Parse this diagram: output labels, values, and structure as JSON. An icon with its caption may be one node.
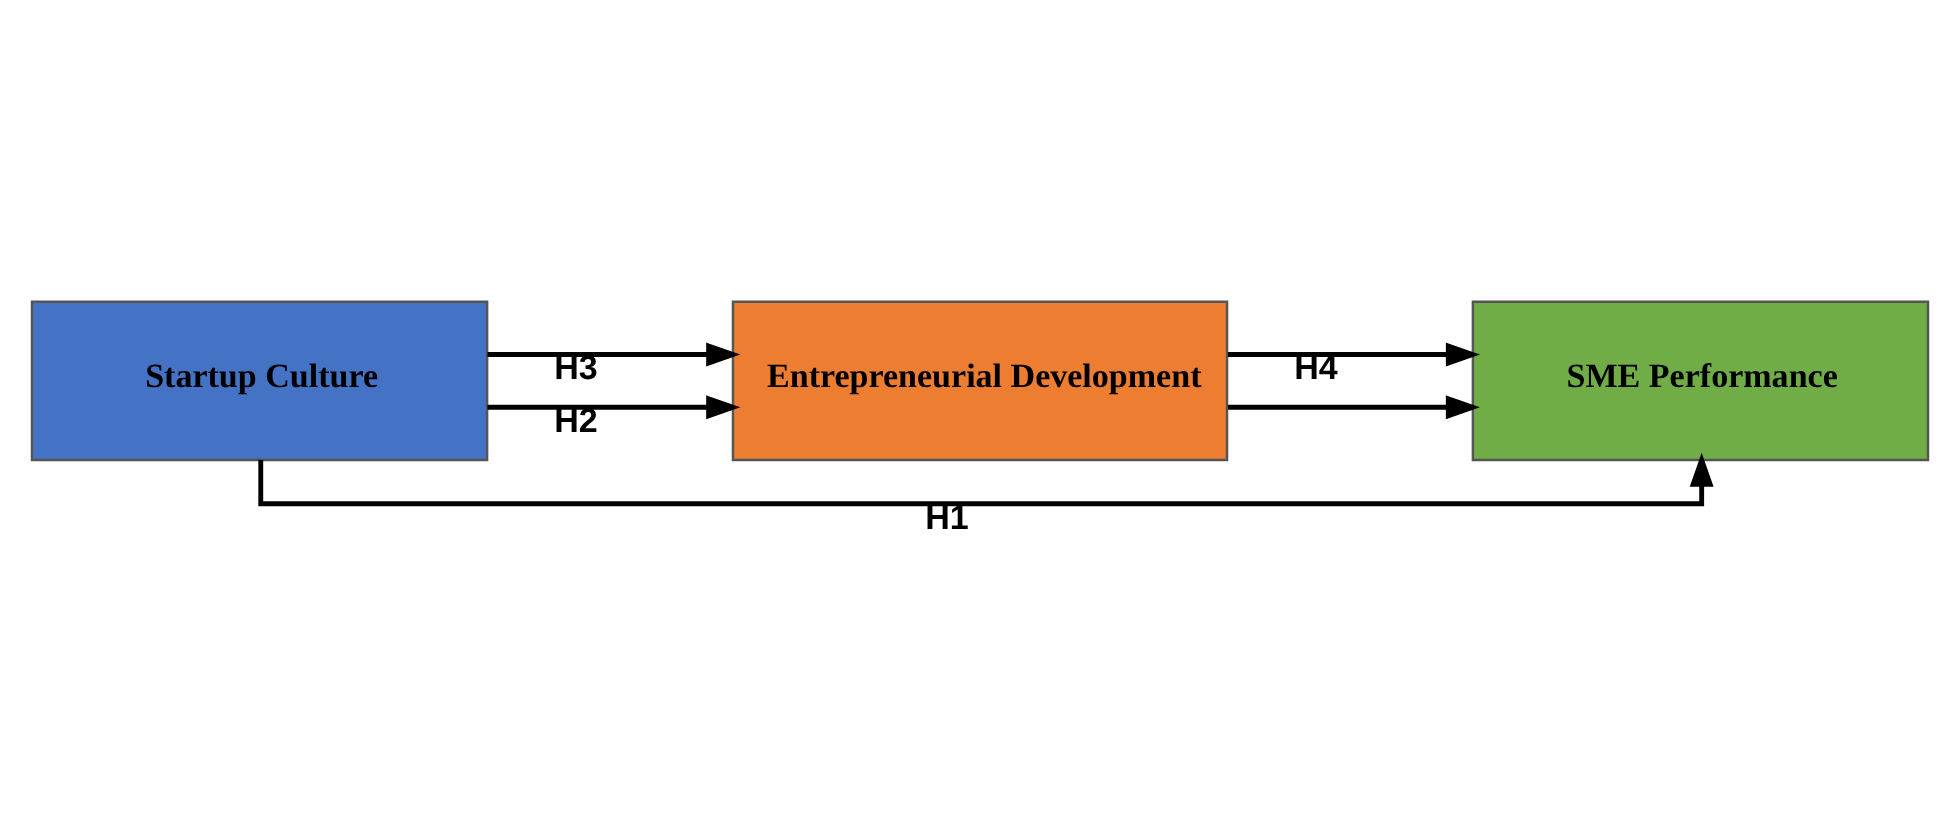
{
  "diagram": {
    "nodes": [
      {
        "text": [
          "Startup Culture"
        ]
      },
      {
        "text": [
          "Entrepreneurial Development"
        ]
      },
      {
        "text": [
          "SME Performance"
        ]
      }
    ],
    "edges": [
      {
        "from": 0,
        "to": 2,
        "arrow": "to",
        "label": "H1"
      },
      {
        "from": 0,
        "to": 1,
        "arrow": "to",
        "label": "H2"
      },
      {
        "from": 0,
        "to": 1,
        "arrow": "to",
        "label": "H3"
      },
      {
        "from": 1,
        "to": 2,
        "arrow": "to"
      },
      {
        "from": 1,
        "to": 2,
        "arrow": "to",
        "label": "H4"
      }
    ]
  }
}
